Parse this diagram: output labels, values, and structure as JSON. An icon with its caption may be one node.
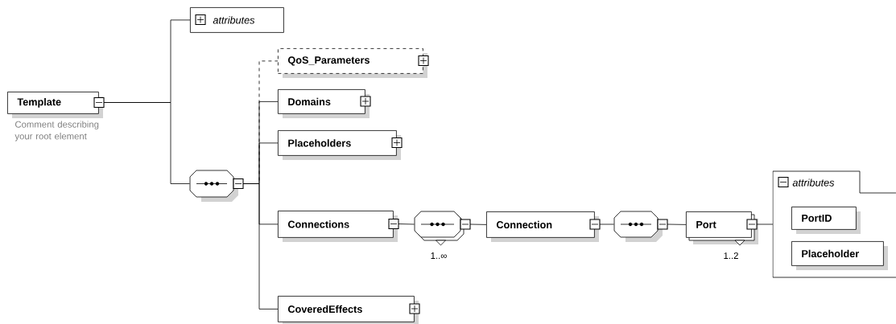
{
  "diagram": {
    "nodes": [
      {
        "text": [
          "Template"
        ],
        "beside": [
          "Comment describing your root element"
        ]
      },
      {
        "text": [
          "attributes"
        ]
      },
      {
        "text": [],
        "shape": "octagon"
      },
      {
        "text": [
          "QoS_Parameters"
        ]
      },
      {
        "text": [
          "Domains"
        ]
      },
      {
        "text": [
          "Placeholders"
        ]
      },
      {
        "text": [
          "Connections"
        ]
      },
      {
        "text": [],
        "shape": "octagon",
        "beside": [
          "1..∞"
        ]
      },
      {
        "text": [
          "Connection"
        ]
      },
      {
        "text": [],
        "shape": "octagon"
      },
      {
        "text": [
          "Port"
        ],
        "beside": [
          "1..2"
        ]
      },
      {
        "text": [
          "attributes"
        ]
      },
      {
        "text": [
          "PortID"
        ],
        "in": 11
      },
      {
        "text": [
          "Placeholder"
        ],
        "in": 11
      },
      {
        "text": [
          "CoveredEffects"
        ]
      }
    ],
    "edges": [
      {
        "from": 0,
        "to": 1,
        "arrow": "none"
      },
      {
        "from": 0,
        "to": 2,
        "arrow": "none"
      },
      {
        "from": 2,
        "to": 3,
        "arrow": "none",
        "style": "dashed"
      },
      {
        "from": 2,
        "to": 4,
        "arrow": "none"
      },
      {
        "from": 2,
        "to": 5,
        "arrow": "none"
      },
      {
        "from": 2,
        "to": 6,
        "arrow": "none"
      },
      {
        "from": 2,
        "to": 14,
        "arrow": "none"
      },
      {
        "from": 6,
        "to": 7,
        "arrow": "none"
      },
      {
        "from": 7,
        "to": 8,
        "arrow": "none"
      },
      {
        "from": 8,
        "to": 9,
        "arrow": "none"
      },
      {
        "from": 9,
        "to": 10,
        "arrow": "none"
      },
      {
        "from": 10,
        "to": 11,
        "arrow": "none"
      }
    ]
  }
}
